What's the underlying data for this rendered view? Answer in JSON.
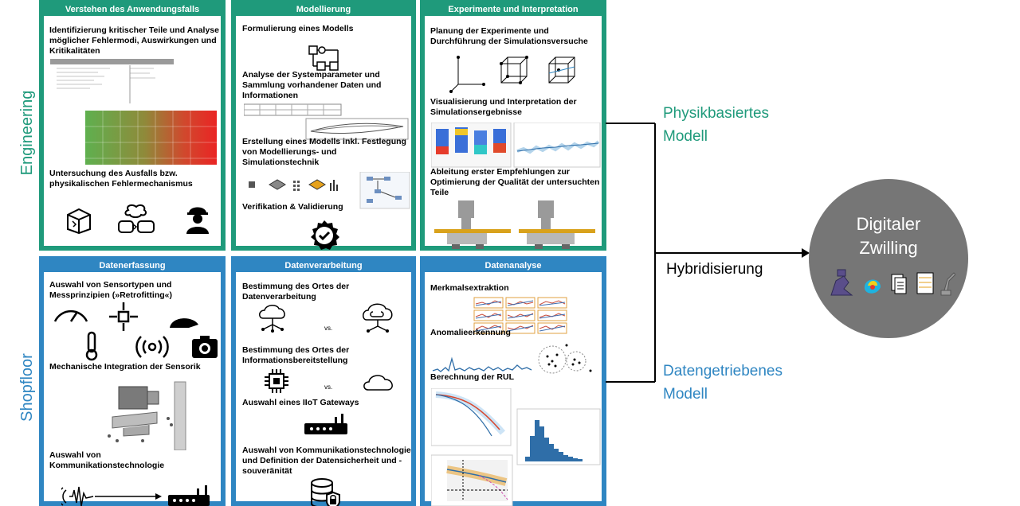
{
  "rows": {
    "engineering": "Engineering",
    "shopfloor": "Shopfloor"
  },
  "panels": {
    "p1": {
      "title": "Verstehen des Anwendungsfalls",
      "items": [
        "Identifizierung kritischer Teile und Analyse möglicher Fehlermodi, Auswirkungen und Kritikalitäten",
        "Untersuchung des Ausfalls bzw. physikalischen Fehlermechanismus"
      ]
    },
    "p2": {
      "title": "Modellierung",
      "items": [
        "Formulierung eines Modells",
        "Analyse der Systemparameter und Sammlung vorhandener Daten und Informationen",
        "Erstellung eines Modells inkl. Festlegung von Modellierungs- und Simulationstechnik",
        "Verifikation & Validierung"
      ]
    },
    "p3": {
      "title": "Experimente und Interpretation",
      "items": [
        "Planung der Experimente und Durchführung der Simulationsversuche",
        "Visualisierung und Interpretation der Simulationsergebnisse",
        "Ableitung erster Empfehlungen zur Optimierung der Qualität der untersuchten Teile"
      ]
    },
    "p4": {
      "title": "Datenerfassung",
      "items": [
        "Auswahl von Sensortypen und Messprinzipien (»Retrofitting«)",
        "Mechanische Integration der Sensorik",
        "Auswahl von Kommunikationstechnologie"
      ]
    },
    "p5": {
      "title": "Datenverarbeitung",
      "items": [
        "Bestimmung des Ortes der Datenverarbeitung",
        "Bestimmung des Ortes der Informationsbereitstellung",
        "Auswahl eines IIoT Gateways",
        "Auswahl von Kommunikationstechnologie und Definition der Datensicherheit und -souveränität"
      ],
      "vs": "vs."
    },
    "p6": {
      "title": "Datenanalyse",
      "items": [
        "Merkmalsextraktion",
        "Anomalieerkennung",
        "Berechnung der RUL"
      ]
    }
  },
  "right": {
    "physics": [
      "Physikbasiertes",
      "Modell"
    ],
    "hybrid": "Hybridisierung",
    "data": [
      "Datengetriebenes",
      "Modell"
    ],
    "twin": [
      "Digitaler",
      "Zwilling"
    ]
  },
  "colors": {
    "green": "#1f9a7b",
    "blue": "#2f86c2",
    "twin": "#767676"
  }
}
